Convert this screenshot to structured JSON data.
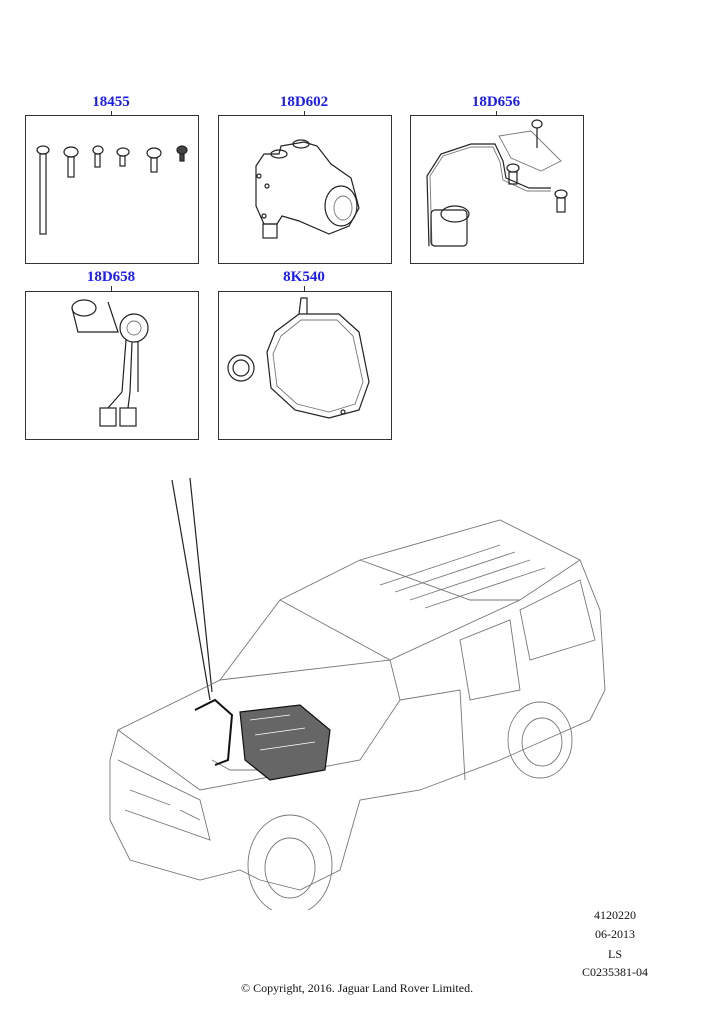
{
  "parts": [
    {
      "code": "18455"
    },
    {
      "code": "18D602"
    },
    {
      "code": "18D656"
    },
    {
      "code": "18D658"
    },
    {
      "code": "8K540"
    }
  ],
  "meta": {
    "line1": "4120220",
    "line2": "06-2013",
    "line3": "LS",
    "line4": "C0235381-04"
  },
  "copyright": "© Copyright, 2016. Jaguar Land Rover Limited."
}
